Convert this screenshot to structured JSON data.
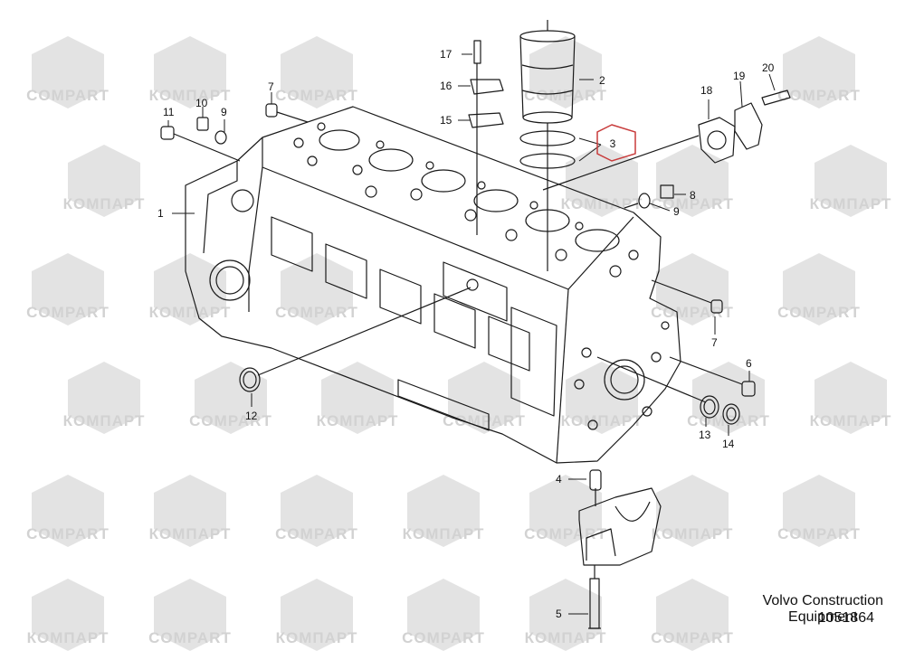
{
  "watermarks": {
    "compart": "COMPART",
    "kompart": "КОМПАРТ"
  },
  "labels": {
    "p1": "1",
    "p2": "2",
    "p3": "3",
    "p4": "4",
    "p5": "5",
    "p6": "6",
    "p7a": "7",
    "p7b": "7",
    "p8": "8",
    "p9a": "9",
    "p9b": "9",
    "p10": "10",
    "p11": "11",
    "p12": "12",
    "p13": "13",
    "p14": "14",
    "p15": "15",
    "p16": "16",
    "p17": "17",
    "p18": "18",
    "p19": "19",
    "p20": "20"
  },
  "highlight": {
    "label": "3",
    "color": "#c83c3c"
  },
  "footer": {
    "brand_line1": "Volvo Construction",
    "brand_line2": "Equipment",
    "drawing_number": "1051864"
  },
  "colors": {
    "line": "#1a1a1a",
    "watermark": "#d8d8d8"
  }
}
